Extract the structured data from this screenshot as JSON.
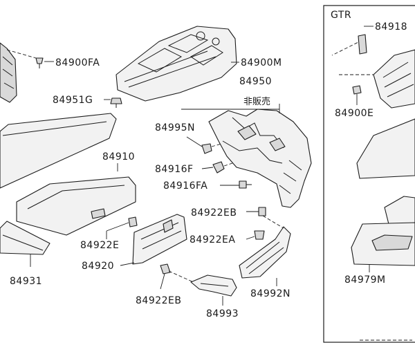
{
  "labels": {
    "gtr": "GTR",
    "p84918": "84918",
    "p84900fa": "84900FA",
    "p84900m": "84900M",
    "p84951g": "84951G",
    "p84950": "84950",
    "not_sold": "非販売",
    "p84995n": "84995N",
    "p84900e": "84900E",
    "p84910": "84910",
    "p84916f": "84916F",
    "p84916fa": "84916FA",
    "p84922eb_top": "84922EB",
    "p84922e": "84922E",
    "p84922ea": "84922EA",
    "p84920": "84920",
    "p84931": "84931",
    "p84979m": "84979M",
    "p84992n": "84992N",
    "p84922eb_bottom": "84922EB",
    "p84993": "84993"
  }
}
